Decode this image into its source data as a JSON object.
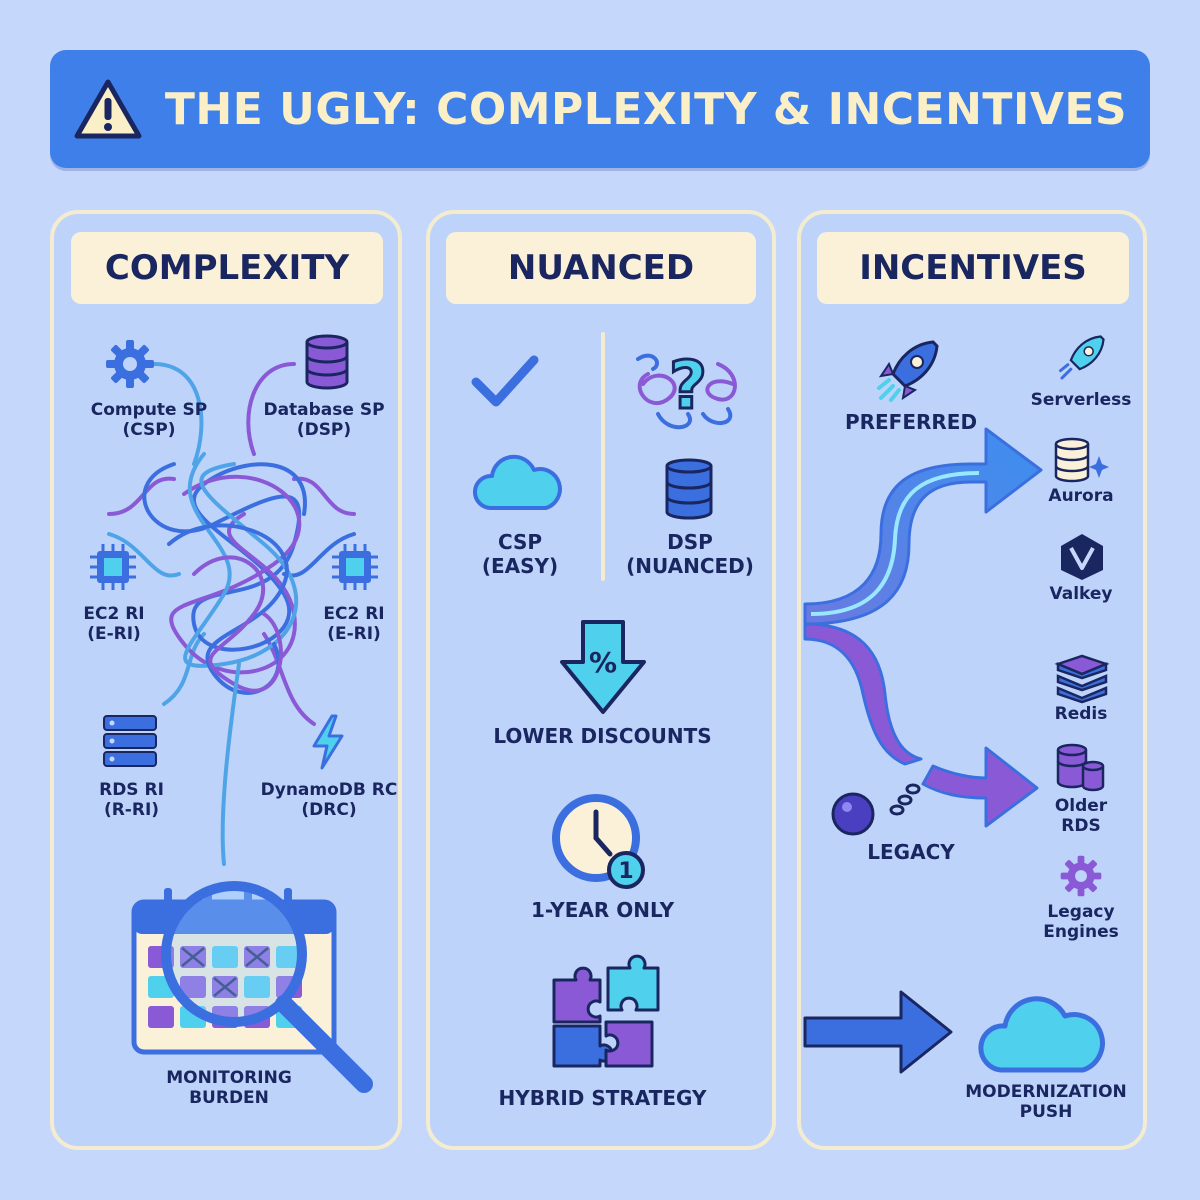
{
  "banner": {
    "title": "THE UGLY: COMPLEXITY & INCENTIVES"
  },
  "complexity": {
    "title": "COMPLEXITY",
    "items": [
      {
        "label": "Compute SP",
        "sub": "(CSP)"
      },
      {
        "label": "Database SP",
        "sub": "(DSP)"
      },
      {
        "label": "EC2 RI",
        "sub": "(E-RI)"
      },
      {
        "label": "EC2 RI",
        "sub": "(E-RI)"
      },
      {
        "label": "RDS RI",
        "sub": "(R-RI)"
      },
      {
        "label": "DynamoDB RC",
        "sub": "(DRC)"
      }
    ],
    "monitoring": {
      "line1": "MONITORING",
      "line2": "BURDEN"
    }
  },
  "nuanced": {
    "title": "NUANCED",
    "csp": {
      "line1": "CSP",
      "line2": "(EASY)"
    },
    "dsp": {
      "line1": "DSP",
      "line2": "(NUANCED)"
    },
    "discounts": "LOWER DISCOUNTS",
    "badge": "%",
    "term": "1-YEAR ONLY",
    "clock_badge": "1",
    "hybrid": "HYBRID STRATEGY"
  },
  "incentives": {
    "title": "INCENTIVES",
    "preferred": "PREFERRED",
    "legacy": "LEGACY",
    "preferred_targets": [
      "Serverless",
      "Aurora",
      "Valkey"
    ],
    "legacy_targets": [
      "Redis",
      "Older",
      "RDS",
      "Legacy",
      "Engines"
    ],
    "modernization": {
      "line1": "MODERNIZATION",
      "line2": "PUSH"
    }
  },
  "colors": {
    "background": "#c5d8fb",
    "banner": "#3f7fe9",
    "title_bg": "#fbf1d8",
    "ink": "#1a2660",
    "blue": "#3b6fe0",
    "purple": "#8a5ad6",
    "cyan": "#4fd0ec"
  },
  "icons": {
    "banner": "warning-triangle-icon",
    "compute": "gear-icon",
    "database": "database-icon",
    "ec2": "chip-icon",
    "rds": "server-rack-icon",
    "dynamodb": "lightning-icon",
    "monitoring": "magnifier-calendar-icon",
    "easy": "checkmark-icon",
    "nuanced": "question-tangle-icon",
    "discount": "down-arrow-percent-icon",
    "term": "clock-icon",
    "hybrid": "puzzle-icon",
    "preferred": "rocket-icon",
    "legacy": "ball-and-chain-icon",
    "modernization": "cloud-icon"
  }
}
